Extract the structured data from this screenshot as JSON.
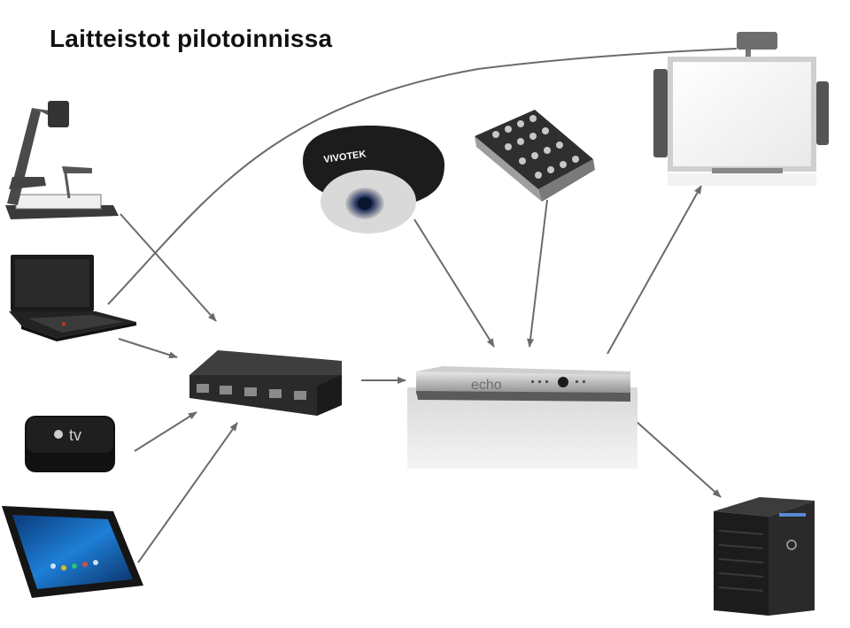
{
  "title": "Laitteistot pilotoinnissa",
  "device_labels": {
    "camera_brand": "VIVOTEK",
    "recorder_brand": "echo",
    "appletv_text": "tv"
  },
  "colors": {
    "arrow": "#6b6b6b",
    "device_dark": "#1c1c1c",
    "screen_blue": "#1e7fd6"
  },
  "devices": [
    {
      "id": "document-camera",
      "icon": "document-camera-icon"
    },
    {
      "id": "laptop",
      "icon": "laptop-icon"
    },
    {
      "id": "apple-tv",
      "icon": "apple-tv-icon"
    },
    {
      "id": "tablet",
      "icon": "tablet-icon"
    },
    {
      "id": "video-switch",
      "icon": "switch-icon"
    },
    {
      "id": "dome-camera",
      "icon": "dome-camera-icon"
    },
    {
      "id": "audio-mixer",
      "icon": "mixer-icon"
    },
    {
      "id": "interactive-whiteboard",
      "icon": "whiteboard-icon"
    },
    {
      "id": "capture-appliance",
      "icon": "capture-appliance-icon"
    },
    {
      "id": "server",
      "icon": "server-tower-icon"
    }
  ],
  "connections": [
    {
      "from": "document-camera",
      "to": "video-switch"
    },
    {
      "from": "laptop",
      "to": "video-switch"
    },
    {
      "from": "apple-tv",
      "to": "video-switch"
    },
    {
      "from": "tablet",
      "to": "video-switch"
    },
    {
      "from": "laptop",
      "to": "interactive-whiteboard"
    },
    {
      "from": "video-switch",
      "to": "capture-appliance"
    },
    {
      "from": "dome-camera",
      "to": "capture-appliance"
    },
    {
      "from": "audio-mixer",
      "to": "capture-appliance"
    },
    {
      "from": "capture-appliance",
      "to": "interactive-whiteboard"
    },
    {
      "from": "capture-appliance",
      "to": "server"
    }
  ]
}
